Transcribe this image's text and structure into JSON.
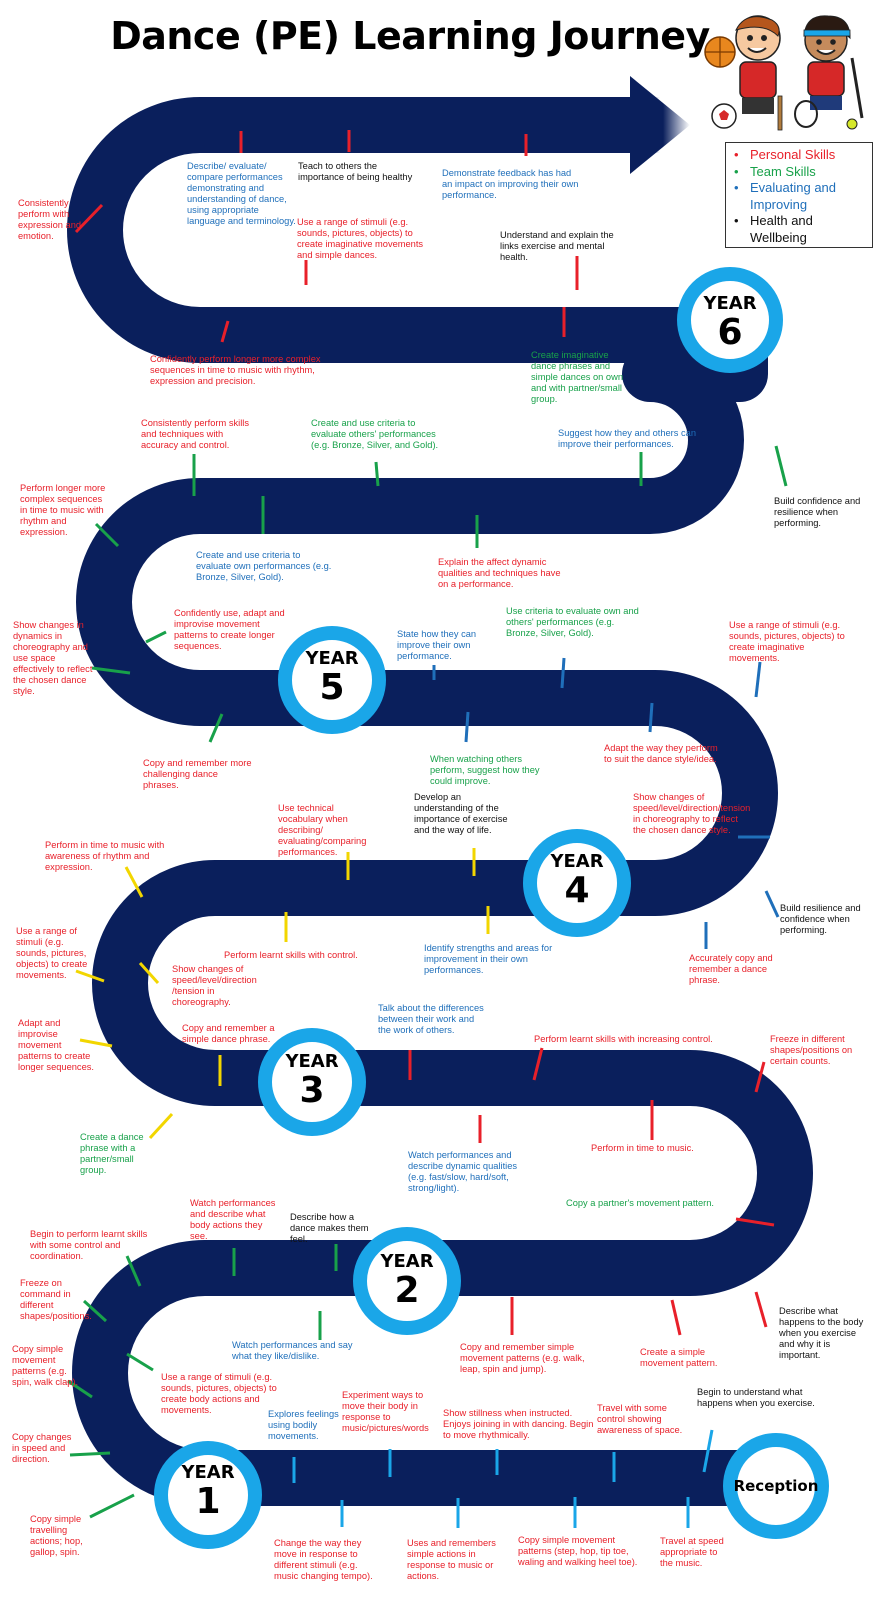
{
  "title": "Dance (PE) Learning Journey",
  "colors": {
    "road": "#0a1f5c",
    "badge_ring": "#1aa6e8",
    "personal": "#e8202a",
    "team": "#18a14a",
    "evaluating": "#1f6fba",
    "health": "#111111"
  },
  "legend": [
    {
      "label": "Personal Skills",
      "category": "personal"
    },
    {
      "label": "Team Skills",
      "category": "team"
    },
    {
      "label": "Evaluating and Improving",
      "category": "evaluating"
    },
    {
      "label": "Health and Wellbeing",
      "category": "health"
    }
  ],
  "badges": {
    "reception": {
      "label": "Reception"
    },
    "year1": {
      "year": "YEAR",
      "number": "1"
    },
    "year2": {
      "year": "YEAR",
      "number": "2"
    },
    "year3": {
      "year": "YEAR",
      "number": "3"
    },
    "year4": {
      "year": "YEAR",
      "number": "4"
    },
    "year5": {
      "year": "YEAR",
      "number": "5"
    },
    "year6": {
      "year": "YEAR",
      "number": "6"
    }
  },
  "reception": {
    "begin_understand": "Begin to understand what happens when you exercise.",
    "travel_control": "Travel with some control showing awareness of space.",
    "show_stillness": "Show stillness when instructed. Enjoys joining in with dancing. Begin to move rhythmically.",
    "experiment_ways": "Experiment ways to move their body in response to music/pictures/words",
    "explores_feelings": "Explores feelings using bodily movements.",
    "travel_speed": "Travel at speed appropriate to the music.",
    "copy_simple_patterns": "Copy simple movement patterns (step, hop, tip toe, waling and walking heel toe).",
    "uses_remembers": "Uses and remembers simple actions in response to music or actions.",
    "change_way": "Change the way they move in response to different stimuli (e.g. music changing tempo)."
  },
  "year1": {
    "copy_travelling": "Copy simple travelling actions; hop, gallop, spin.",
    "copy_changes": "Copy changes in speed and direction.",
    "copy_simple_movement": "Copy simple movement patterns (e.g. spin, walk clap).",
    "range_stimuli": "Use a range of stimuli (e.g. sounds, pictures, objects) to create body actions and movements.",
    "freeze_command": "Freeze on command in different shapes/positions.",
    "begin_perform": "Begin to perform learnt skills with some control and coordination."
  },
  "year2": {
    "watch_say": "Watch performances and say what they like/dislike.",
    "watch_describe_body": "Watch performances and describe what body actions they see.",
    "describe_feel": "Describe how a dance makes them feel.",
    "copy_remember_simple": "Copy and remember simple movement patterns (e.g. walk, leap, spin and jump).",
    "create_simple": "Create a simple movement pattern.",
    "describe_body": "Describe what happens to the body when you exercise and why it is important.",
    "copy_partner": "Copy a partner's movement pattern.",
    "perform_time": "Perform in time to music."
  },
  "year3": {
    "watch_dynamic": "Watch performances and describe dynamic qualities (e.g. fast/slow, hard/soft, strong/light).",
    "freeze_counts": "Freeze in different shapes/positions on certain counts.",
    "perform_increasing": "Perform learnt skills with increasing control.",
    "talk_differences": "Talk about the differences between their work and the work of others.",
    "copy_simple_dance": "Copy and remember a simple dance phrase.",
    "create_dance_phrase": "Create a dance phrase with a partner/small group.",
    "adapt_improve": "Adapt and improvise movement patterns to create longer sequences.",
    "show_changes_speed": "Show changes of speed/level/direction /tension in choreography.",
    "use_stimuli": "Use a range of stimuli (e.g. sounds, pictures, objects) to create movements.",
    "perform_rhythm": "Perform in time to music with awareness of rhythm and expression."
  },
  "year4": {
    "perform_control": "Perform learnt skills with control.",
    "identify_strengths": "Identify strengths and areas for improvement in their own performances.",
    "accurately_copy": "Accurately copy and remember a dance phrase.",
    "build_resilience": "Build resilience and confidence when performing.",
    "show_changes_style": "Show changes of speed/level/direction/tension in choreography to reflect the chosen dance style.",
    "develop_understanding": "Develop an understanding of the importance of exercise and the way of life.",
    "technical_vocab": "Use technical vocabulary when describing/ evaluating/comparing performances.",
    "adapt_style": "Adapt the way they perform to suit the dance style/idea.",
    "watching_others": "When watching others perform, suggest how they could improve."
  },
  "year5": {
    "copy_challenging": "Copy and remember more challenging dance phrases.",
    "show_changes_dynamics": "Show changes in dynamics in choreography and use space effectively to reflect the chosen dance style.",
    "confidently_adapt": "Confidently use, adapt and improvise movement patterns to create longer sequences.",
    "state_improve": "State how they can improve their own performance.",
    "use_criteria_others": "Use criteria to evaluate own and others' performances (e.g. Bronze, Silver, Gold).",
    "range_imaginative": "Use a range of stimuli (e.g. sounds, pictures, objects) to create imaginative movements.",
    "explain_dynamic": "Explain the affect dynamic qualities and techniques have on a performance.",
    "criteria_own": "Create and use criteria to evaluate own performances (e.g. Bronze, Silver, Gold).",
    "perform_longer": "Perform longer more complex sequences in time to music with rhythm and expression."
  },
  "year6": {
    "build_confidence": "Build confidence and resilience when performing.",
    "suggest_improve": "Suggest how they and others can improve their performances.",
    "criteria_others": "Create and use criteria to evaluate others' performances (e.g. Bronze, Silver, and Gold).",
    "consistently_skills": "Consistently perform skills and techniques with accuracy and control.",
    "confidently_longer": "Confidently perform longer more complex sequences in time to music with rhythm, expression and precision.",
    "create_imaginative": "Create imaginative dance phrases and simple dances on own and with partner/small group.",
    "understand_links": "Understand and explain the links exercise and mental health.",
    "range_imaginative_dances": "Use a range of stimuli (e.g. sounds, pictures, objects) to create imaginative movements and simple dances.",
    "consistently_expression": "Consistently perform with expression and emotion.",
    "describe_evaluate": "Describe/ evaluate/ compare performances demonstrating and understanding of dance, using appropriate language and terminology.",
    "teach_others": "Teach to others the importance of being healthy",
    "demonstrate_feedback": "Demonstrate feedback has had an impact on improving their own performance."
  }
}
